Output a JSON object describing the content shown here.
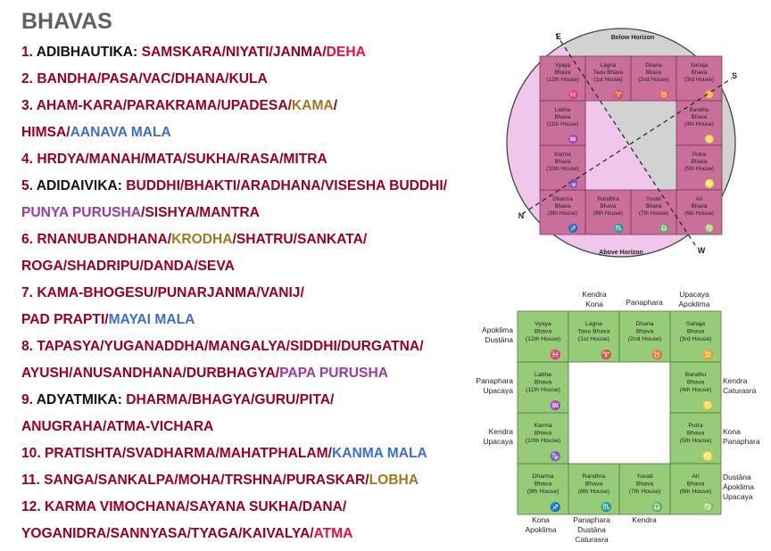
{
  "title": "BHAVAS",
  "colors": {
    "black": "#111111",
    "maroon": "#990022",
    "red": "#e8103a",
    "gold": "#a07a1a",
    "blue": "#3a6fd0",
    "purple": "#9a3aa5"
  },
  "lines": [
    [
      {
        "t": "1. ",
        "c": "maroon"
      },
      {
        "t": "ADIBHAUTIKA: ",
        "c": "black"
      },
      {
        "t": "SAMSKARA/NIYATI/JANMA/",
        "c": "maroon"
      },
      {
        "t": "DEHA",
        "c": "red"
      }
    ],
    [
      {
        "t": "2. BANDHA/PASA/VAC/DHANA/KULA",
        "c": "maroon"
      }
    ],
    [
      {
        "t": "3. AHAM-KARA/PARAKRAMA/UPADESA/",
        "c": "maroon"
      },
      {
        "t": "KAMA",
        "c": "gold"
      },
      {
        "t": "/",
        "c": "maroon"
      }
    ],
    [
      {
        "t": "HIMSA/",
        "c": "maroon"
      },
      {
        "t": "AANAVA MALA",
        "c": "blue"
      }
    ],
    [
      {
        "t": "4. HRDYA/MANAH/MATA/SUKHA/RASA/MITRA",
        "c": "maroon"
      }
    ],
    [
      {
        "t": "5. ",
        "c": "maroon"
      },
      {
        "t": "ADIDAIVIKA: ",
        "c": "black"
      },
      {
        "t": "BUDDHI/BHAKTI/ARADHANA/VISESHA BUDDHI/",
        "c": "maroon"
      }
    ],
    [
      {
        "t": "PUNYA PURUSHA",
        "c": "purple"
      },
      {
        "t": "/SISHYA/MANTRA",
        "c": "maroon"
      }
    ],
    [
      {
        "t": "6. RNANUBANDHANA/",
        "c": "maroon"
      },
      {
        "t": "KRODHA",
        "c": "gold"
      },
      {
        "t": "/SHATRU/SANKATA/",
        "c": "maroon"
      }
    ],
    [
      {
        "t": "ROGA/SHADRIPU/DANDA/SEVA",
        "c": "maroon"
      }
    ],
    [
      {
        "t": "7. KAMA-BHOGESU/PUNARJANMA/VANIJ/",
        "c": "maroon"
      }
    ],
    [
      {
        "t": "PAD PRAPTI/",
        "c": "maroon"
      },
      {
        "t": "MAYAI MALA",
        "c": "blue"
      }
    ],
    [
      {
        "t": "8. TAPASYA/YUGANADDHA/MANGALYA/SIDDHI/DURGATNA/",
        "c": "maroon"
      }
    ],
    [
      {
        "t": "AYUSH/ANUSANDHANA/DURBHAGYA/",
        "c": "maroon"
      },
      {
        "t": "PAPA PURUSHA",
        "c": "purple"
      }
    ],
    [
      {
        "t": "9. ",
        "c": "maroon"
      },
      {
        "t": "ADYATMIKA: ",
        "c": "black"
      },
      {
        "t": "DHARMA/BHAGYA/GURU/PITA/",
        "c": "maroon"
      }
    ],
    [
      {
        "t": "ANUGRAHA/ATMA-VICHARA",
        "c": "maroon"
      }
    ],
    [
      {
        "t": "10. PRATISHTA/SVADHARMA/MAHATPHALAM/",
        "c": "maroon"
      },
      {
        "t": "KANMA MALA",
        "c": "blue"
      }
    ],
    [
      {
        "t": "11. SANGA/SANKALPA/MOHA/TRSHNA/PURASKAR/",
        "c": "maroon"
      },
      {
        "t": "LOBHA",
        "c": "gold"
      }
    ],
    [
      {
        "t": "12. KARMA VIMOCHANA/SAYANA SUKHA/DANA/",
        "c": "maroon"
      }
    ],
    [
      {
        "t": "YOGANIDRA/SANNYASA/TYAGA/KAIVALYA/",
        "c": "maroon"
      },
      {
        "t": "ATMA",
        "c": "red"
      }
    ]
  ],
  "houses": [
    {
      "n1": "Vyaya",
      "n2": "Bhava",
      "n3": "(12th House)",
      "sym": "♓"
    },
    {
      "n1": "Lagna",
      "n2": "Tanu Bhava",
      "n3": "(1st House)",
      "sym": "♈"
    },
    {
      "n1": "Dhana",
      "n2": "Bhava",
      "n3": "(2nd House)",
      "sym": "♉"
    },
    {
      "n1": "Sahaja",
      "n2": "Bhava",
      "n3": "(3rd House)",
      "sym": "♊"
    },
    {
      "n1": "Bandhu",
      "n2": "Bhava",
      "n3": "(4th House)",
      "sym": "♋"
    },
    {
      "n1": "Putra",
      "n2": "Bhava",
      "n3": "(5th House)",
      "sym": "♌"
    },
    {
      "n1": "Ari",
      "n2": "Bhava",
      "n3": "(6th House)",
      "sym": "♍"
    },
    {
      "n1": "Yuvati",
      "n2": "Bhava",
      "n3": "(7th House)",
      "sym": "♎"
    },
    {
      "n1": "Randhra",
      "n2": "Bhava",
      "n3": "(8th House)",
      "sym": "♏"
    },
    {
      "n1": "Dharma",
      "n2": "Bhava",
      "n3": "(9th House)",
      "sym": "♐"
    },
    {
      "n1": "Karma",
      "n2": "Bhava",
      "n3": "(10th House)",
      "sym": "♑"
    },
    {
      "n1": "Labha",
      "n2": "Bhava",
      "n3": "(11th House)",
      "sym": "♒"
    }
  ],
  "top_diagram": {
    "labels": {
      "east": "E",
      "south": "S",
      "north": "N",
      "west": "W",
      "below": "Below Horizon",
      "above": "Above Horizon"
    },
    "colors": {
      "pink": "#f0c6ea",
      "gray": "#d2d2d2",
      "cell": "#c96f9a",
      "cell_light": "#d98fb6"
    }
  },
  "bottom_diagram": {
    "colors": {
      "cell": "#96cb78"
    },
    "top_labels": [
      [
        "Kendra",
        "Kona"
      ],
      [
        "Panaphara"
      ],
      [
        "Upacaya",
        "Apoklima"
      ]
    ],
    "left_labels": [
      [
        "Apoklima",
        "Duṣṭāna"
      ],
      [
        "Panaphara",
        "Upacaya"
      ],
      [
        "Kendra",
        "Upacaya"
      ]
    ],
    "right_labels": [
      [
        "Kendra",
        "Caturasra"
      ],
      [
        "Kona",
        "Panaphara"
      ],
      [
        "Duṣṭāna",
        "Apoklima",
        "Upacaya"
      ]
    ],
    "bottom_labels": [
      [
        "Kona",
        "Apoklima"
      ],
      [
        "Panaphara",
        "Duṣṭāna",
        "Caturasra"
      ],
      [
        "Kendra"
      ]
    ]
  }
}
